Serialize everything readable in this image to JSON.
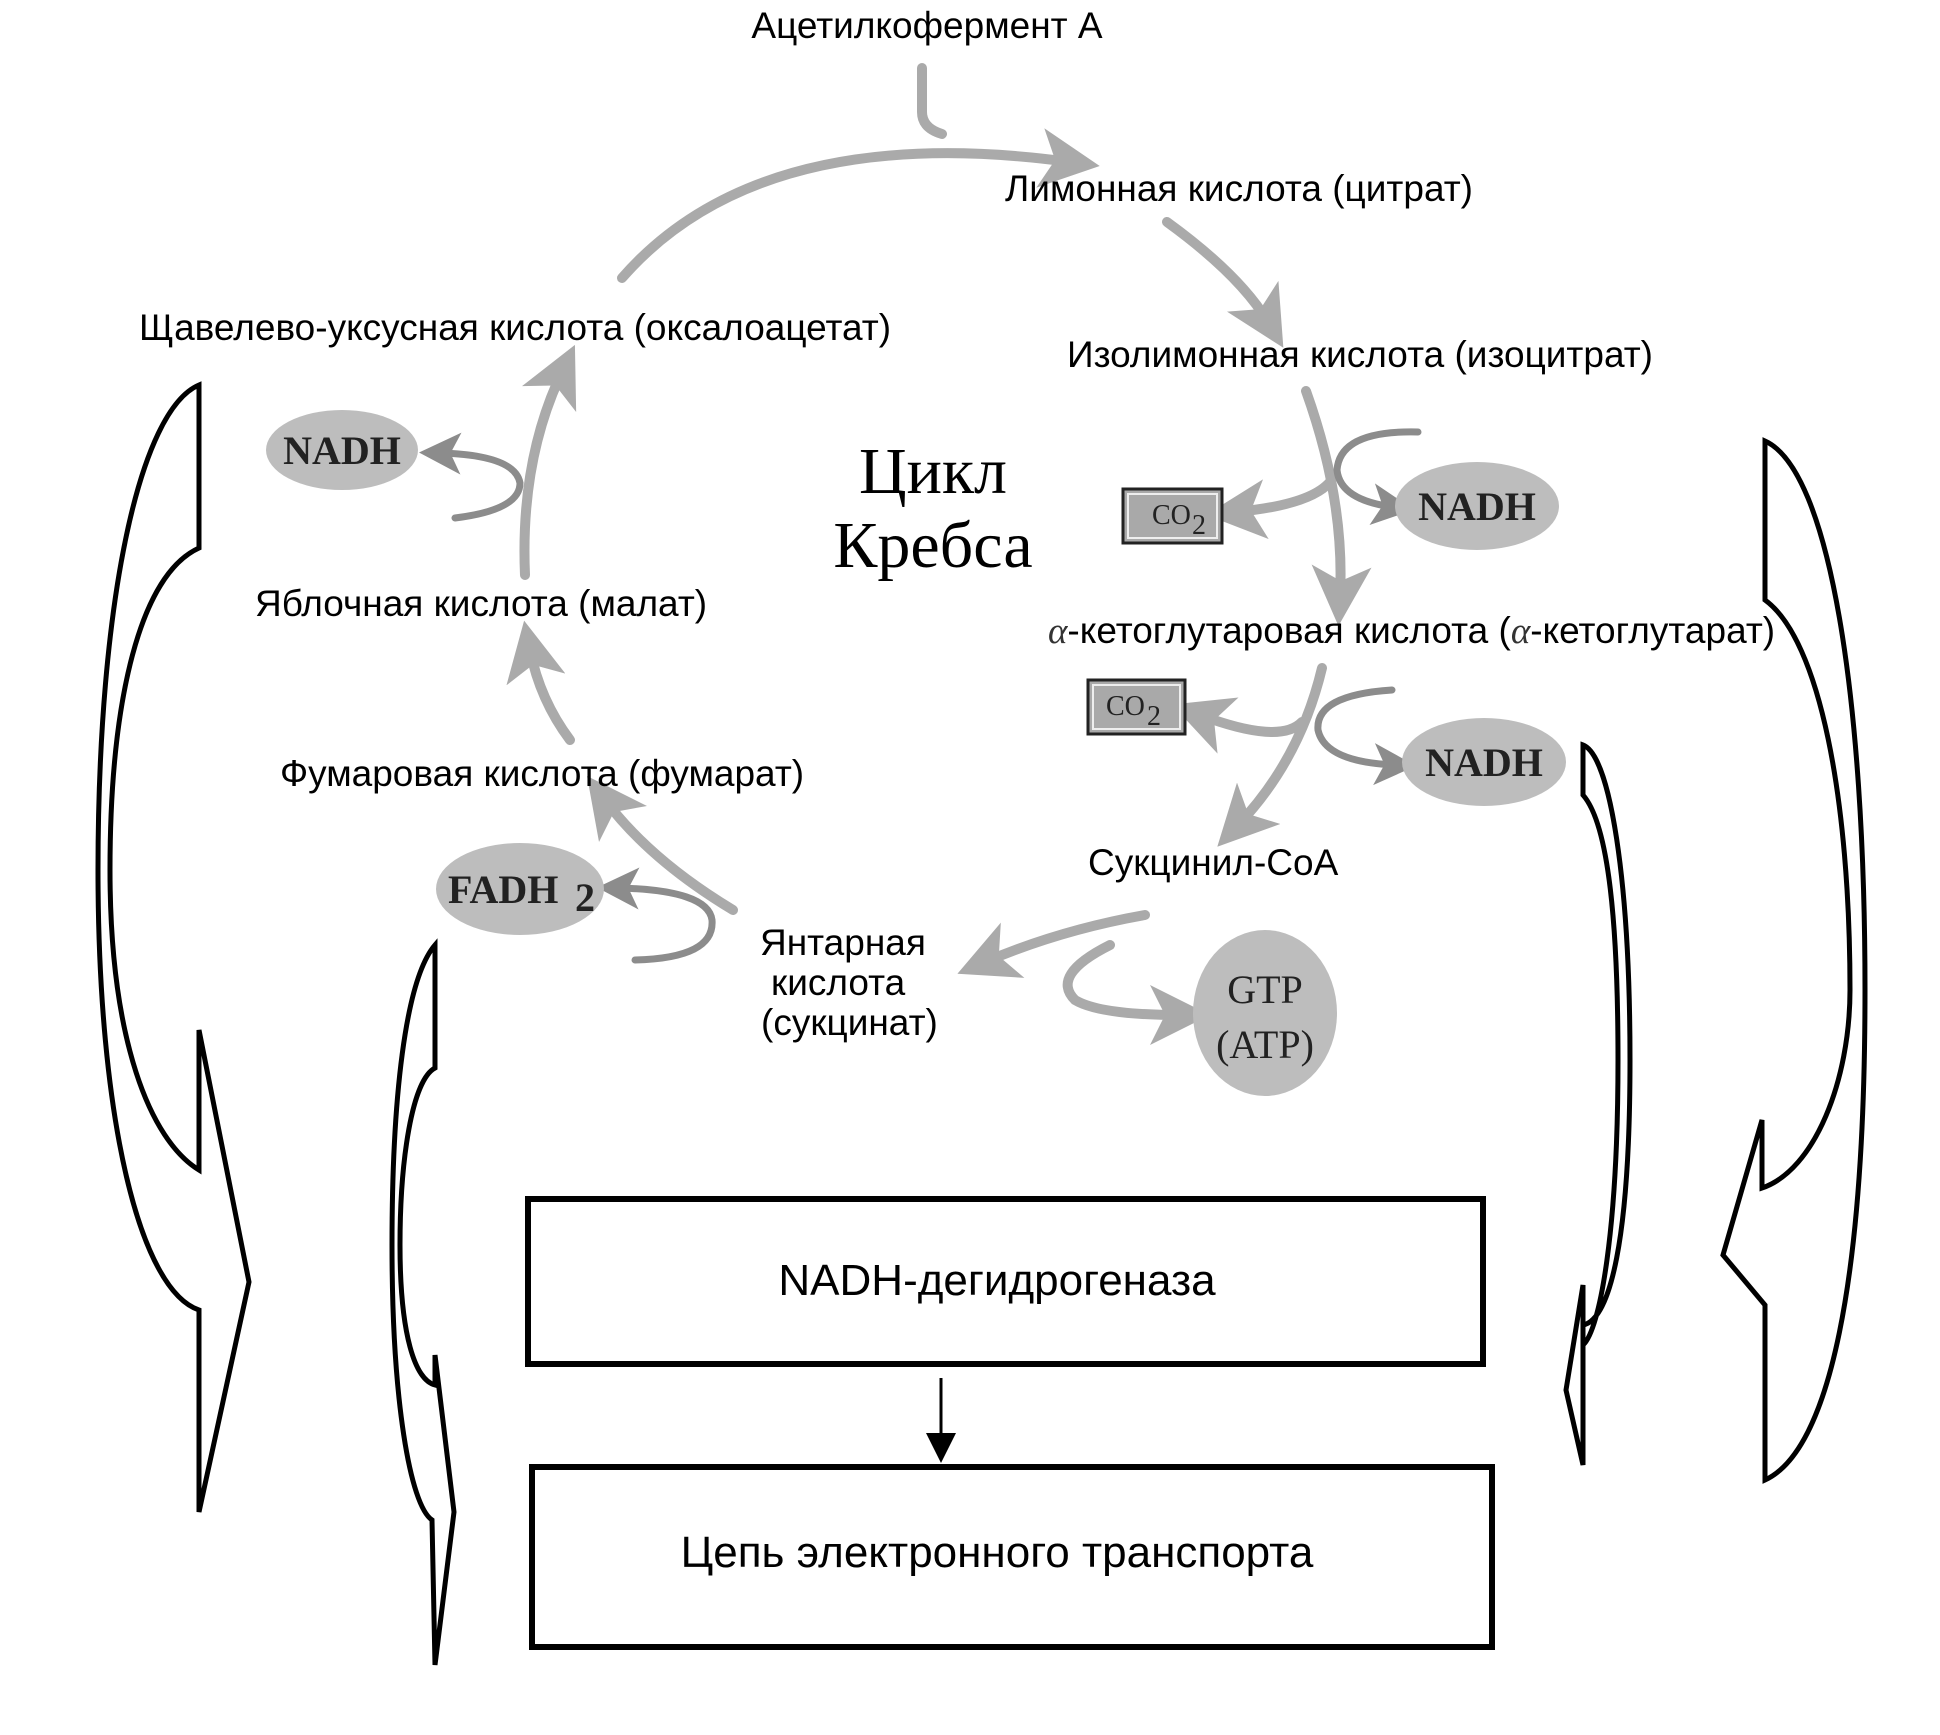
{
  "diagram": {
    "title_line1": "Цикл",
    "title_line2": "Кребса",
    "input": "Ацетилкофермент А",
    "stages": {
      "citrate": "Лимонная кислота (цитрат)",
      "isocitrate": "Изолимонная кислота (изоцитрат)",
      "alpha_ketoglutarate_prefix": "α",
      "alpha_ketoglutarate": "-кетоглутаровая кислота (",
      "alpha_ketoglutarate_alpha2": "α",
      "alpha_ketoglutarate_suffix": "-кетоглутарат)",
      "succinyl_coa": "Сукцинил-CoA",
      "succinate_line1": "Янтарная",
      "succinate_line2": "кислота",
      "succinate_line3": "(сукцинат)",
      "fumarate": "Фумаровая кислота (фумарат)",
      "malate": "Яблочная кислота (малат)",
      "oxaloacetate": "Щавелево-уксусная кислота (оксалоацетат)"
    },
    "products": {
      "nadh_isocitrate": "NADH",
      "co2_isocitrate": "CO",
      "co2_isocitrate_sub": "2",
      "nadh_ketoglutarate": "NADH",
      "co2_ketoglutarate": "CO",
      "co2_ketoglutarate_sub": "2",
      "gtp_line1": "GTP",
      "gtp_line2": "(ATP)",
      "fadh2": "FADH",
      "fadh2_sub": "2",
      "nadh_malate": "NADH"
    },
    "boxes": {
      "nadh_dehydrogenase": "NADH-дегидрогеназа",
      "electron_transport_chain": "Цепь электронного транспорта"
    }
  }
}
